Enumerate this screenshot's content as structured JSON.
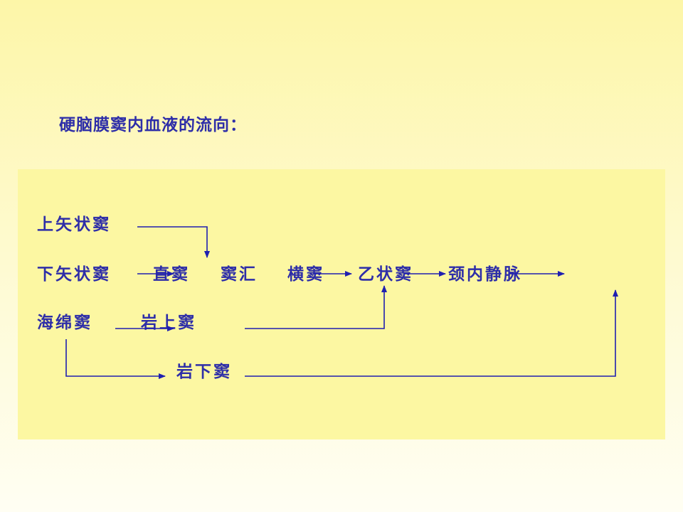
{
  "title": "硬脑膜窦内血液的流向：",
  "nodes": {
    "superior_sagittal": "上矢状窦",
    "inferior_sagittal": "下矢状窦",
    "straight": "直窦",
    "confluence": "窦汇",
    "transverse": "横窦",
    "sigmoid": "乙状窦",
    "internal_jugular": "颈内静脉",
    "cavernous": "海绵窦",
    "superior_petrosal": "岩上窦",
    "inferior_petrosal": "岩下窦"
  },
  "colors": {
    "text": "#2e2ea8",
    "line": "#1f1fb0",
    "panel": "#fcf7a2"
  }
}
